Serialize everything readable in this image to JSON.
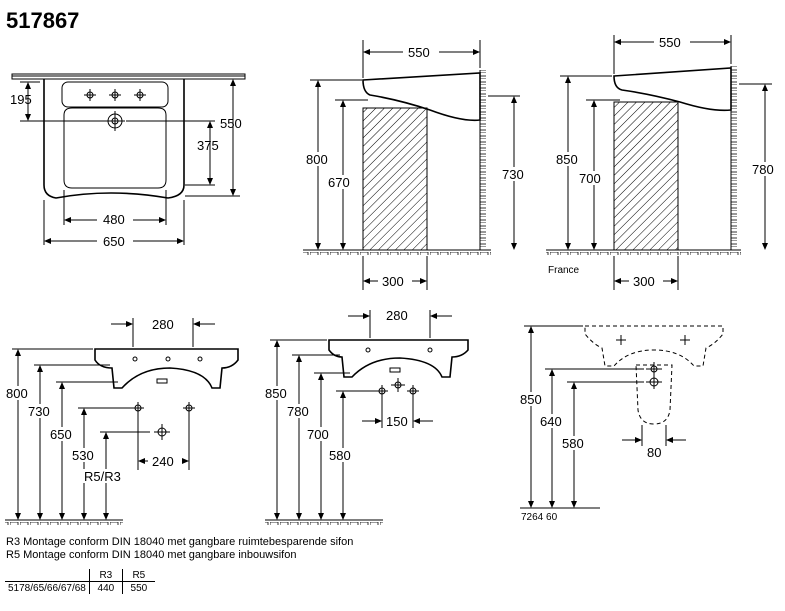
{
  "title": "517867",
  "top_view": {
    "dim_195": "195",
    "dim_550": "550",
    "dim_375": "375",
    "dim_480": "480",
    "dim_650": "650"
  },
  "side_view_1": {
    "dim_550": "550",
    "dim_800": "800",
    "dim_670": "670",
    "dim_730": "730",
    "dim_300": "300"
  },
  "side_view_2": {
    "dim_550": "550",
    "dim_850": "850",
    "dim_700": "700",
    "dim_780": "780",
    "dim_300": "300",
    "region_label": "France"
  },
  "install_view_1": {
    "dim_280": "280",
    "dim_800": "800",
    "dim_730": "730",
    "dim_650": "650",
    "dim_530": "530",
    "dim_r5r3": "R5/R3",
    "dim_240": "240"
  },
  "install_view_2": {
    "dim_280": "280",
    "dim_850": "850",
    "dim_780": "780",
    "dim_700": "700",
    "dim_580": "580",
    "dim_150": "150"
  },
  "install_view_3": {
    "dim_850": "850",
    "dim_640": "640",
    "dim_580": "580",
    "dim_80": "80",
    "code": "7264 60"
  },
  "notes": {
    "r3": "R3   Montage conform DIN 18040 met gangbare ruimtebesparende sifon",
    "r5": "R5   Montage conform DIN 18040 met gangbare inbouwsifon"
  },
  "model_table": {
    "headers": [
      "",
      "R3",
      "R5"
    ],
    "rows": [
      [
        "5178/65/66/67/68",
        "440",
        "550"
      ]
    ]
  }
}
